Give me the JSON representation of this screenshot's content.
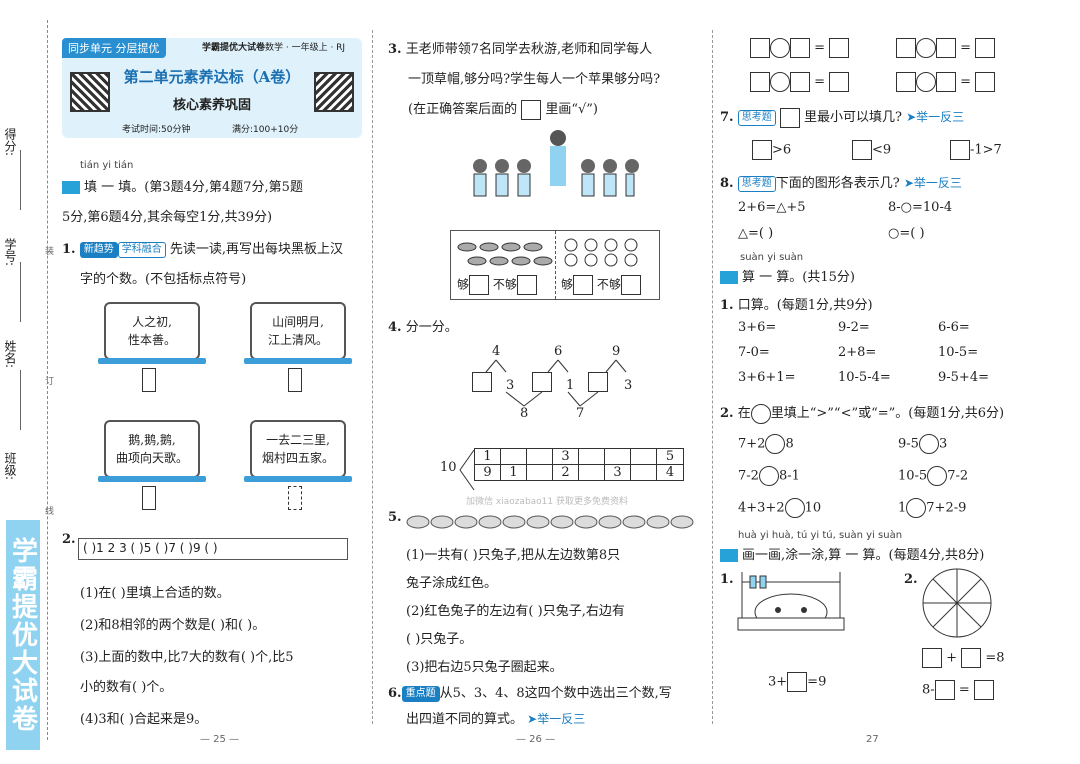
{
  "side": {
    "score": "得分:",
    "num": "学号:",
    "name": "姓名:",
    "cls": "班级:",
    "book": "学霸提优大试卷",
    "m1": "装",
    "m2": "订",
    "m3": "线"
  },
  "header": {
    "sync": "同步单元 分层提优",
    "brand": "学霸提优大试卷",
    "subject": "数学 · 一年级上 · RJ",
    "title": "第二单元素养达标（A卷）",
    "subtitle": "核心素养巩固",
    "time": "考试时间:50分钟",
    "full": "满分:100+10分"
  },
  "s1": {
    "pinyin": "tián yi tián",
    "head": "填 一 填。(第3题4分,第4题7分,第5题",
    "head2": "5分,第6题4分,其余每空1分,共39分)"
  },
  "q1": {
    "num": "1.",
    "tag1": "新趋势",
    "tag2": "学科融合",
    "text": "先读一读,再写出每块黑板上汉",
    "text2": "字的个数。(不包括标点符号)",
    "b1": [
      "人之初,",
      "性本善。"
    ],
    "b2": [
      "山间明月,",
      "江上清风。"
    ],
    "b3": [
      "鹅,鹅,鹅,",
      "曲项向天歌。"
    ],
    "b4": [
      "一去二三里,",
      "烟村四五家。"
    ]
  },
  "q2": {
    "num": "2.",
    "ruler": "(   )1  2  3 (   )5 (   )7 (   )9 (   )",
    "a": "(1)在(     )里填上合适的数。",
    "b": "(2)和8相邻的两个数是(     )和(     )。",
    "c": "(3)上面的数中,比7大的数有(     )个,比5",
    "c2": "小的数有(     )个。",
    "d": "(4)3和(     )合起来是9。"
  },
  "q3": {
    "num": "3.",
    "text": "王老师带领7名同学去秋游,老师和同学每人",
    "text2": "一顶草帽,够分吗?学生每人一个苹果够分吗?",
    "text3a": "(在正确答案后面的",
    "text3b": "里画“√”)",
    "enough": "够",
    "notenough": "不够"
  },
  "q4": {
    "num": "4.",
    "text": "分一分。",
    "splits": [
      {
        "top": "4",
        "bottom": "3"
      },
      {
        "top": "6",
        "bottom": "1"
      },
      {
        "top": "9",
        "bottom": "3"
      }
    ],
    "bottoms": [
      "8",
      "7"
    ],
    "ten": "10",
    "row1": [
      "1",
      "",
      "3",
      "",
      "5"
    ],
    "row2": [
      "9",
      "1",
      "",
      "3",
      "",
      ""
    ],
    "row2b": [
      "2",
      "",
      "4"
    ]
  },
  "watermark": "加微信 xiaozabao11 获取更多免费资料",
  "q5": {
    "num": "5.",
    "a": "(1)一共有(     )只兔子,把从左边数第8只",
    "a2": "兔子涂成红色。",
    "b": "(2)红色兔子的左边有(     )只兔子,右边有",
    "b2": "(     )只兔子。",
    "c": "(3)把右边5只兔子圈起来。"
  },
  "q6": {
    "num": "6.",
    "tag": "重点题",
    "text": "从5、3、4、8这四个数中选出三个数,写",
    "text2": "出四道不同的算式。",
    "jyf": "➤举一反三"
  },
  "q7": {
    "num": "7.",
    "tag": "思考题",
    "text": "里最小可以填几?",
    "jyf": "➤举一反三",
    "e1": ">6",
    "e2": "<9",
    "e3": "-1>7"
  },
  "q8": {
    "num": "8.",
    "tag": "思考题",
    "text": "下面的图形各表示几?",
    "jyf": "➤举一反三",
    "e1": "2+6=△+5",
    "e2": "8-○=10-4",
    "e3": "△=(     )",
    "e4": "○=(     )"
  },
  "s2": {
    "pinyin": "suàn yi suàn",
    "head": "算 一 算。(共15分)"
  },
  "k1": {
    "num": "1.",
    "text": "口算。(每题1分,共9分)",
    "items": [
      "3+6=",
      "9-2=",
      "6-6=",
      "7-0=",
      "2+8=",
      "10-5=",
      "3+6+1=",
      "10-5-4=",
      "9-5+4="
    ]
  },
  "k2": {
    "num": "2.",
    "text1": "在",
    "text2": "里填上“>”“<”或“=”。(每题1分,共6分)",
    "items": [
      [
        "7+2",
        "8"
      ],
      [
        "9-5",
        "3"
      ],
      [
        "7-2",
        "8-1"
      ],
      [
        "10-5",
        "7-2"
      ],
      [
        "4+3+2",
        "10"
      ],
      [
        "1",
        "7+2-9"
      ]
    ]
  },
  "s3": {
    "pinyin": "huà yi huà, tú yi tú, suàn yi suàn",
    "head": "画一画,涂一涂,算 一 算。(每题4分,共8分)"
  },
  "q31": {
    "num": "1.",
    "eq": "3+",
    "eq2": "=9"
  },
  "q32": {
    "num": "2.",
    "eq1": "+",
    "eq1b": "=8",
    "eq2": "8-",
    "eq2b": "="
  },
  "pages": {
    "p1": "— 25 —",
    "p2": "— 26 —",
    "p3": "27"
  }
}
